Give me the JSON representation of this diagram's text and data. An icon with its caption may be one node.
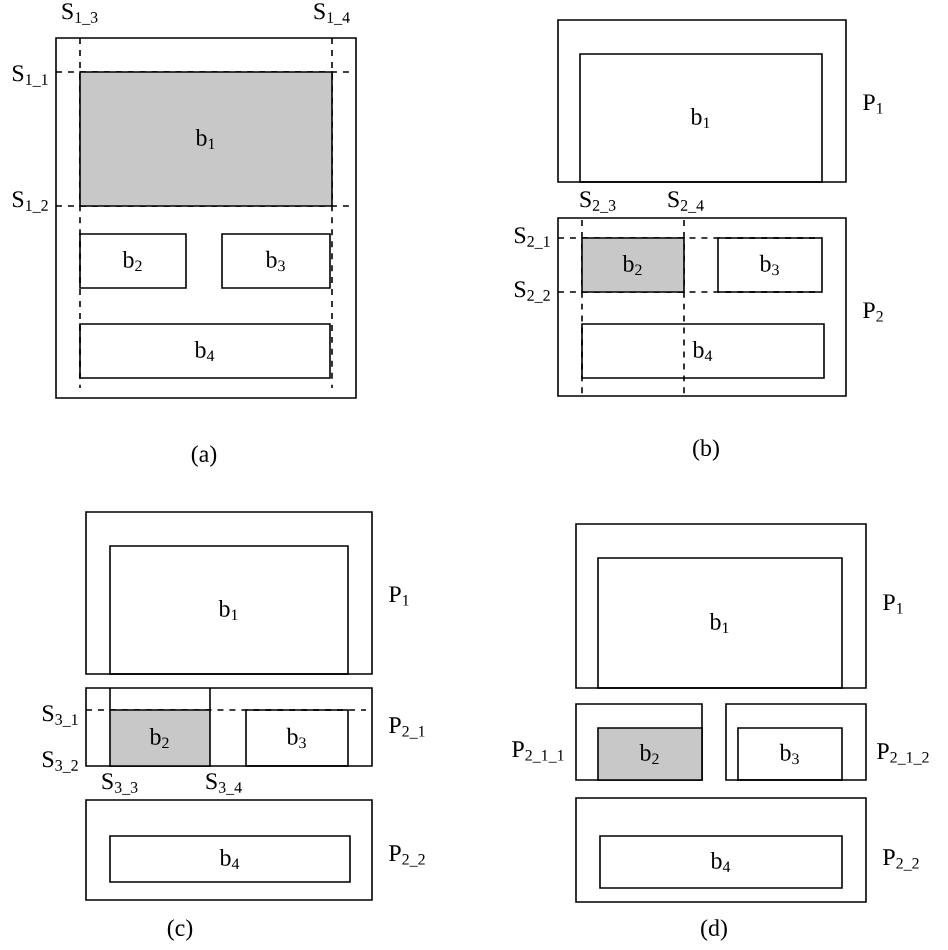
{
  "diagram": {
    "nodes": [
      {
        "text": [],
        "shape": "box"
      },
      {
        "text": [
          "b$_{1}$"
        ],
        "in": 0
      },
      {
        "text": [
          "b$_{2}$"
        ],
        "in": 0
      },
      {
        "text": [
          "b$_{3}$"
        ],
        "in": 0
      },
      {
        "text": [
          "b$_{4}$"
        ],
        "in": 0
      },
      {
        "text": [],
        "shape": "box",
        "beside": [
          "P$_{1}$"
        ]
      },
      {
        "text": [
          "b$_{1}$"
        ],
        "in": 5
      },
      {
        "text": [],
        "shape": "box",
        "beside": [
          "P$_{2}$"
        ]
      },
      {
        "text": [
          "b$_{2}$"
        ],
        "in": 7
      },
      {
        "text": [
          "b$_{3}$"
        ],
        "in": 7
      },
      {
        "text": [
          "b$_{4}$"
        ],
        "in": 7
      },
      {
        "text": [],
        "shape": "box",
        "beside": [
          "P$_{1}$"
        ]
      },
      {
        "text": [
          "b$_{1}$"
        ],
        "in": 11
      },
      {
        "text": [],
        "shape": "box",
        "beside": [
          "P$_{2_1}$"
        ]
      },
      {
        "text": [
          "b$_{2}$"
        ],
        "in": 13
      },
      {
        "text": [
          "b$_{3}$"
        ],
        "in": 13
      },
      {
        "text": [],
        "shape": "box",
        "beside": [
          "P$_{2_2}$"
        ]
      },
      {
        "text": [
          "b$_{4}$"
        ],
        "in": 16
      },
      {
        "text": [],
        "shape": "box",
        "beside": [
          "P$_{1}$"
        ]
      },
      {
        "text": [
          "b$_{1}$"
        ],
        "in": 18
      },
      {
        "text": [],
        "shape": "box",
        "beside": [
          "P$_{2_1_1}$"
        ]
      },
      {
        "text": [
          "b$_{2}$"
        ],
        "in": 20
      },
      {
        "text": [],
        "shape": "box",
        "beside": [
          "P$_{2_1_2}$"
        ]
      },
      {
        "text": [
          "b$_{3}$"
        ],
        "in": 22
      },
      {
        "text": [],
        "shape": "box",
        "beside": [
          "P$_{2_2}$"
        ]
      },
      {
        "text": [
          "b$_{4}$"
        ],
        "in": 24
      }
    ],
    "labels": [
      "S$_{1_3}$",
      "S$_{1_4}$",
      "S$_{1_1}$",
      "S$_{1_2}$",
      "(a)",
      "S$_{2_3}$",
      "S$_{2_4}$",
      "S$_{2_1}$",
      "S$_{2_2}$",
      "(b)",
      "S$_{3_1}$",
      "S$_{3_2}$",
      "S$_{3_3}$",
      "S$_{3_4}$",
      "(c)",
      "(d)"
    ]
  }
}
